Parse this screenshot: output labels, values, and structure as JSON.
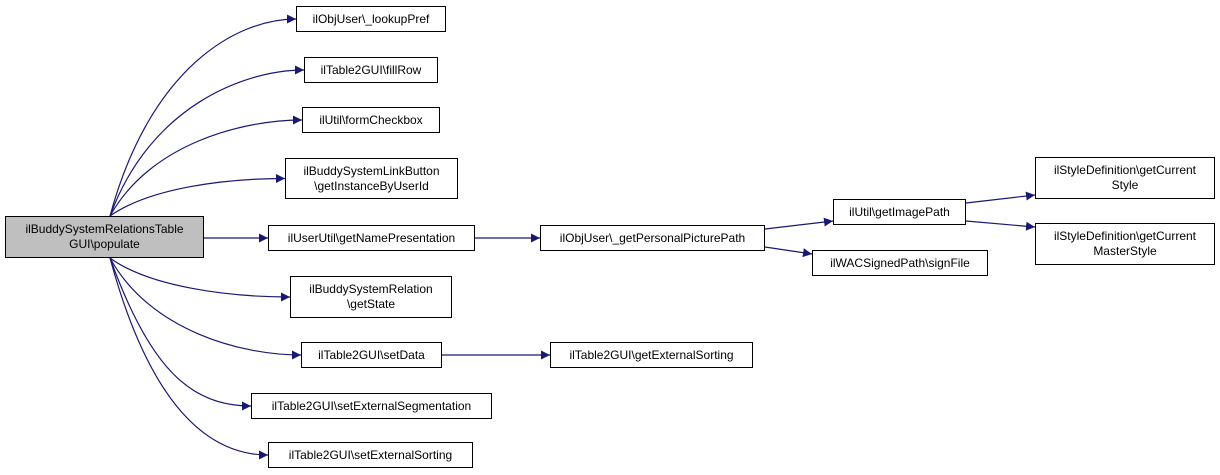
{
  "colors": {
    "edge": "#191970",
    "root_fill": "#bfbfbf",
    "node_fill": "#ffffff",
    "border": "#000000"
  },
  "nodes": {
    "populate": {
      "line1": "ilBuddySystemRelationsTable",
      "line2": "GUI\\populate"
    },
    "lookupPref": {
      "line1": "ilObjUser\\_lookupPref"
    },
    "fillRow": {
      "line1": "ilTable2GUI\\fillRow"
    },
    "formCheckbox": {
      "line1": "ilUtil\\formCheckbox"
    },
    "getInstanceByUserId": {
      "line1": "ilBuddySystemLinkButton",
      "line2": "\\getInstanceByUserId"
    },
    "getNamePresentation": {
      "line1": "ilUserUtil\\getNamePresentation"
    },
    "getState": {
      "line1": "ilBuddySystemRelation",
      "line2": "\\getState"
    },
    "setData": {
      "line1": "ilTable2GUI\\setData"
    },
    "setExternalSegmentation": {
      "line1": "ilTable2GUI\\setExternalSegmentation"
    },
    "setExternalSorting": {
      "line1": "ilTable2GUI\\setExternalSorting"
    },
    "getPersonalPicturePath": {
      "line1": "ilObjUser\\_getPersonalPicturePath"
    },
    "getExternalSorting": {
      "line1": "ilTable2GUI\\getExternalSorting"
    },
    "getImagePath": {
      "line1": "ilUtil\\getImagePath"
    },
    "signFile": {
      "line1": "ilWACSignedPath\\signFile"
    },
    "getCurrentStyle": {
      "line1": "ilStyleDefinition\\getCurrent",
      "line2": "Style"
    },
    "getCurrentMasterStyle": {
      "line1": "ilStyleDefinition\\getCurrent",
      "line2": "MasterStyle"
    }
  },
  "edges": [
    [
      "populate",
      "lookupPref"
    ],
    [
      "populate",
      "fillRow"
    ],
    [
      "populate",
      "formCheckbox"
    ],
    [
      "populate",
      "getInstanceByUserId"
    ],
    [
      "populate",
      "getNamePresentation"
    ],
    [
      "populate",
      "getState"
    ],
    [
      "populate",
      "setData"
    ],
    [
      "populate",
      "setExternalSegmentation"
    ],
    [
      "populate",
      "setExternalSorting"
    ],
    [
      "getNamePresentation",
      "getPersonalPicturePath"
    ],
    [
      "getPersonalPicturePath",
      "getImagePath"
    ],
    [
      "getPersonalPicturePath",
      "signFile"
    ],
    [
      "getImagePath",
      "getCurrentStyle"
    ],
    [
      "getImagePath",
      "getCurrentMasterStyle"
    ],
    [
      "setData",
      "getExternalSorting"
    ]
  ]
}
